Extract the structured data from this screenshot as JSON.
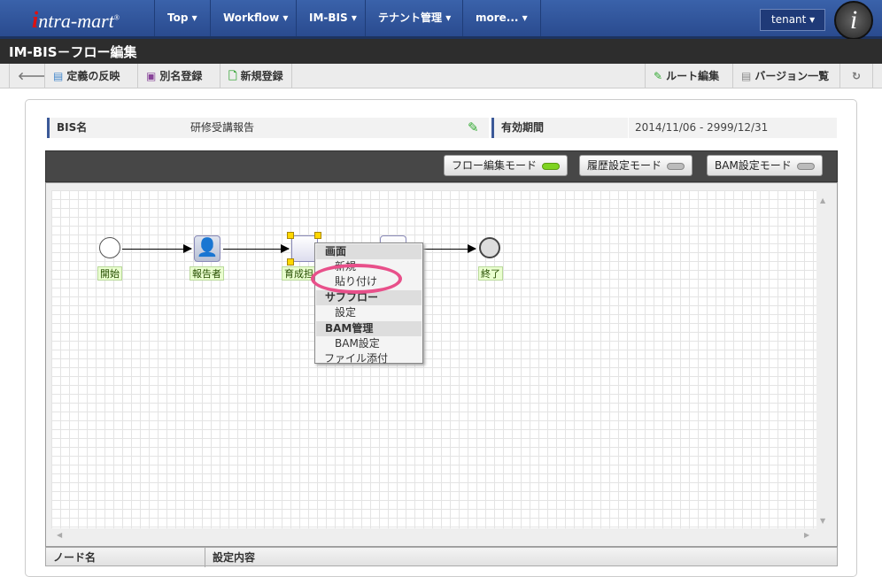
{
  "nav": {
    "logo": "intra-mart",
    "items": [
      "Top",
      "Workflow",
      "IM-BIS",
      "テナント管理",
      "more..."
    ],
    "tenant": "tenant"
  },
  "title": "IM-BIS－フロー編集",
  "toolbar": {
    "reflect": "定義の反映",
    "alias": "別名登録",
    "new": "新規登録",
    "route": "ルート編集",
    "versions": "バージョン一覧"
  },
  "info": {
    "bis_label": "BIS名",
    "bis_value": "研修受講報告",
    "period_label": "有効期間",
    "period_value": "2014/11/06 - 2999/12/31"
  },
  "modes": {
    "flow": "フロー編集モード",
    "history": "履歴設定モード",
    "bam": "BAM設定モード",
    "active": "flow"
  },
  "nodes": {
    "start": "開始",
    "reporter": "報告者",
    "trainer": "育成担",
    "end": "終了"
  },
  "menu": {
    "h1": "画面",
    "i1": "新規",
    "i2": "貼り付け",
    "h2": "サブフロー",
    "i3": "設定",
    "h3": "BAM管理",
    "i4": "BAM設定",
    "i5": "ファイル添付"
  },
  "table": {
    "col1": "ノード名",
    "col2": "設定内容"
  }
}
